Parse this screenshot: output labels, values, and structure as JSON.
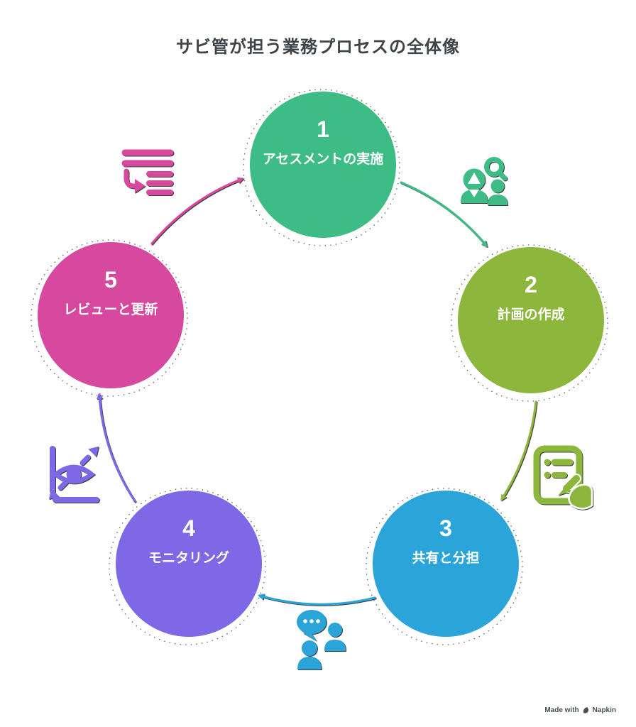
{
  "title": "サビ管が担う業務プロセスの全体像",
  "steps": [
    {
      "number": "1",
      "label": "アセスメントの実施",
      "color": "#3ebc85",
      "icon": "people-search-icon"
    },
    {
      "number": "2",
      "label": "計画の作成",
      "color": "#8cb63c",
      "icon": "plan-document-icon"
    },
    {
      "number": "3",
      "label": "共有と分担",
      "color": "#2aa4d9",
      "icon": "discussion-people-icon"
    },
    {
      "number": "4",
      "label": "モニタリング",
      "color": "#7e68e6",
      "icon": "monitoring-eye-chart-icon"
    },
    {
      "number": "5",
      "label": "レビューと更新",
      "color": "#d6499f",
      "icon": "update-list-icon"
    }
  ],
  "outline_color": "#3f3f3f",
  "watermark": {
    "prefix": "Made with",
    "brand": "Napkin"
  }
}
